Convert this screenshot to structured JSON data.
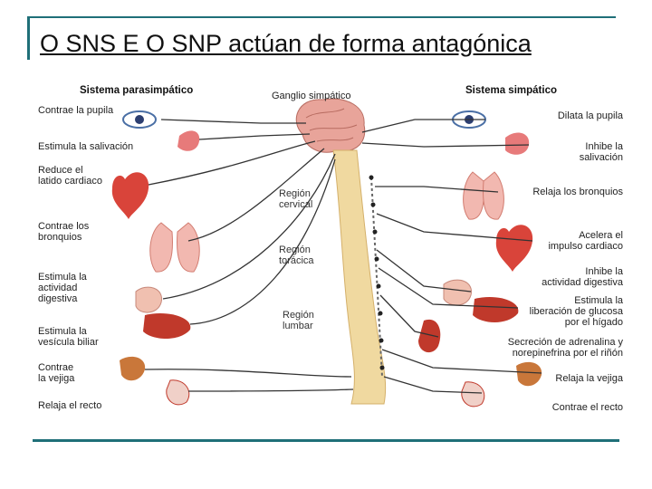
{
  "slide": {
    "title": "O SNS E O SNP actúan de forma antagónica"
  },
  "diagram": {
    "parasympathetic_header": "Sistema parasimpático",
    "sympathetic_header": "Sistema simpático",
    "ganglion_label": "Ganglio simpático",
    "regions": {
      "cervical": "Región\ncervical",
      "thoracic": "Región\ntorácica",
      "lumbar": "Región\nlumbar"
    },
    "parasympathetic_effects": [
      "Contrae la pupila",
      "Estimula la salivación",
      "Reduce el\nlatido cardiaco",
      "Contrae los\nbronquios",
      "Estimula la\nactividad\ndigestiva",
      "Estimula la\nvesícula biliar",
      "Contrae\nla vejiga",
      "Relaja el recto"
    ],
    "sympathetic_effects": [
      "Dilata la pupila",
      "Inhibe la\nsalivación",
      "Relaja los bronquios",
      "Acelera el\nimpulso cardiaco",
      "Inhibe la\nactividad digestiva",
      "Estimula la\nliberación de glucosa\npor el hígado",
      "Secreción de adrenalina y\nnorepinefrina por el riñón",
      "Relaja la vejiga",
      "Contrae el recto"
    ],
    "colors": {
      "organ_red": "#d9443a",
      "liver": "#c0392b",
      "lung": "#f2b8b0",
      "spine": "#f0d9a0",
      "brain": "#e8a49a",
      "nerve": "#333333",
      "accent": "#1f6f78"
    }
  }
}
